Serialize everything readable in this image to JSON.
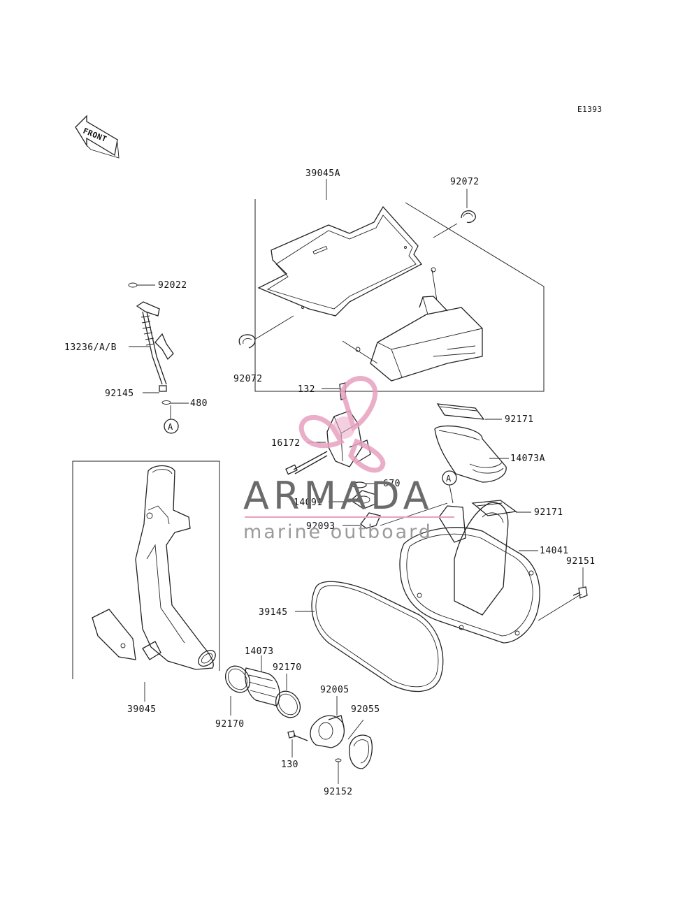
{
  "diagram_code": "E1393",
  "front_label": "FRONT",
  "callout_letter": "A",
  "labels": {
    "p39045A": "39045A",
    "p92072_top": "92072",
    "p92022": "92022",
    "p13236": "13236/A/B",
    "p92145": "92145",
    "p480": "480",
    "p92072_left": "92072",
    "p132": "132",
    "p16172": "16172",
    "p92171_top": "92171",
    "p14073A": "14073A",
    "p670": "670",
    "p14091": "14091",
    "p92093": "92093",
    "p92171_mid": "92171",
    "p14041": "14041",
    "p92151": "92151",
    "p39145": "39145",
    "p14073": "14073",
    "p92170_right": "92170",
    "p92005": "92005",
    "p92055": "92055",
    "p39045": "39045",
    "p92170_left": "92170",
    "p130": "130",
    "p92152": "92152"
  },
  "watermark": {
    "brand": "ARMADA",
    "tagline": "marine outboard",
    "accent_color": "#e8a0bf"
  }
}
